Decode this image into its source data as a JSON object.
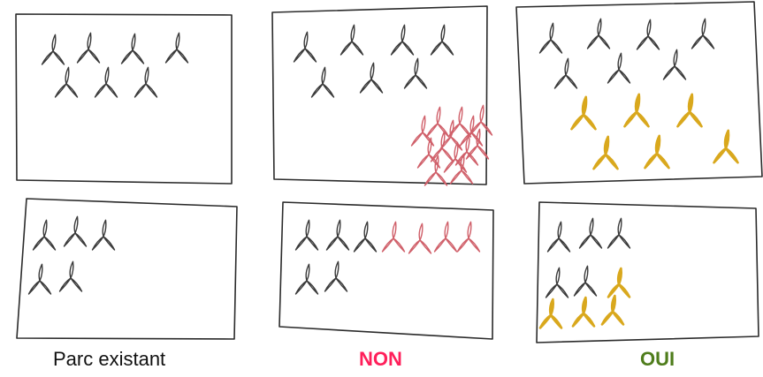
{
  "captions": {
    "existing": "Parc existant",
    "no": "NON",
    "yes": "OUI"
  },
  "colors": {
    "existing": "#3a3a3a",
    "no_color": "#d0606a",
    "yes_color": "#d9a81d",
    "no_label": "#ff1f5a",
    "yes_label": "#4f7d1c"
  },
  "panels": [
    {
      "column": "existing",
      "row": "top",
      "existing_count": 7,
      "added_count": 0,
      "added_kind": "none"
    },
    {
      "column": "no",
      "row": "top",
      "existing_count": 7,
      "added_count": 13,
      "added_kind": "no"
    },
    {
      "column": "yes",
      "row": "top",
      "existing_count": 7,
      "added_count": 6,
      "added_kind": "yes"
    },
    {
      "column": "existing",
      "row": "bottom",
      "existing_count": 5,
      "added_count": 0,
      "added_kind": "none"
    },
    {
      "column": "no",
      "row": "bottom",
      "existing_count": 5,
      "added_count": 4,
      "added_kind": "no"
    },
    {
      "column": "yes",
      "row": "bottom",
      "existing_count": 5,
      "added_count": 4,
      "added_kind": "yes"
    }
  ],
  "icon_name": "wind-turbine-icon"
}
